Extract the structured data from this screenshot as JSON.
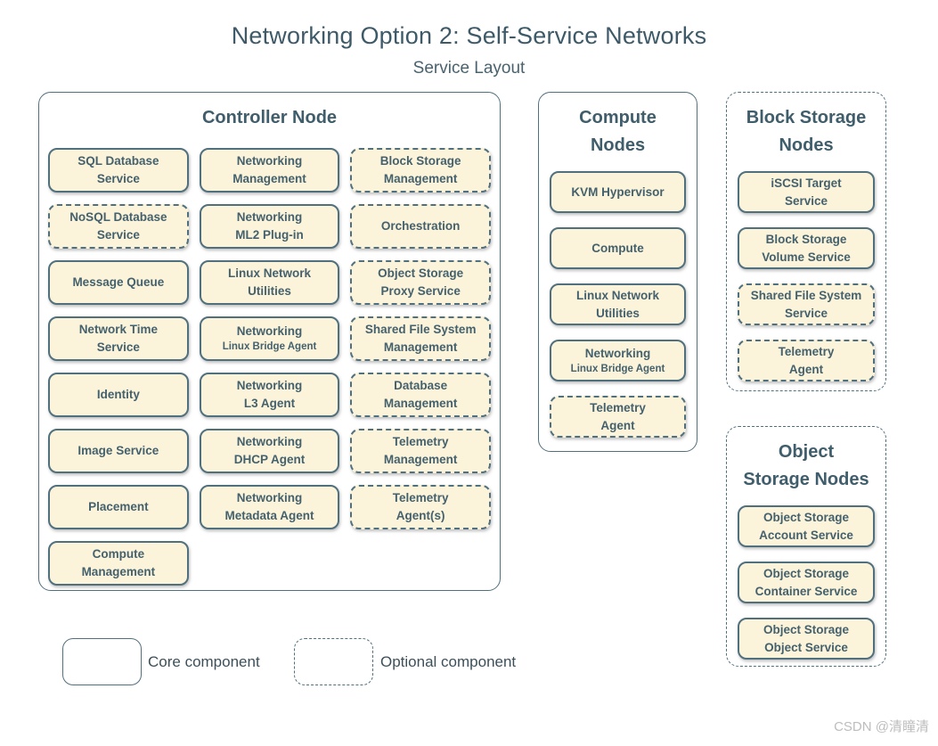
{
  "title": "Networking Option 2: Self-Service Networks",
  "subtitle": "Service Layout",
  "colors": {
    "border_slate": "#51707e",
    "service_fill": "#fbf4da",
    "text_slate": "#45616d",
    "title_color": "#3e5a68",
    "watermark_gray": "#bdbdbd"
  },
  "controller": {
    "title": "Controller Node",
    "col1": [
      {
        "label": "SQL Database\nService",
        "optional": false
      },
      {
        "label": "NoSQL Database\nService",
        "optional": true
      },
      {
        "label": "Message Queue",
        "optional": false
      },
      {
        "label": "Network Time\nService",
        "optional": false
      },
      {
        "label": "Identity",
        "optional": false
      },
      {
        "label": "Image Service",
        "optional": false
      },
      {
        "label": "Placement",
        "optional": false
      },
      {
        "label": "Compute\nManagement",
        "optional": false
      }
    ],
    "col2": [
      {
        "label": "Networking\nManagement",
        "optional": false
      },
      {
        "label": "Networking\nML2 Plug-in",
        "optional": false
      },
      {
        "label": "Linux Network\nUtilities",
        "optional": false
      },
      {
        "label": "Networking",
        "sublabel": "Linux Bridge Agent",
        "optional": false
      },
      {
        "label": "Networking\nL3 Agent",
        "optional": false
      },
      {
        "label": "Networking\nDHCP Agent",
        "optional": false
      },
      {
        "label": "Networking\nMetadata Agent",
        "optional": false
      }
    ],
    "col3": [
      {
        "label": "Block Storage\nManagement",
        "optional": true
      },
      {
        "label": "Orchestration",
        "optional": true
      },
      {
        "label": "Object Storage\nProxy Service",
        "optional": true
      },
      {
        "label": "Shared File System\nManagement",
        "optional": true
      },
      {
        "label": "Database\nManagement",
        "optional": true
      },
      {
        "label": "Telemetry\nManagement",
        "optional": true
      },
      {
        "label": "Telemetry\nAgent(s)",
        "optional": true
      }
    ]
  },
  "compute": {
    "title": "Compute\nNodes",
    "optional": false,
    "items": [
      {
        "label": "KVM Hypervisor",
        "optional": false
      },
      {
        "label": "Compute",
        "optional": false
      },
      {
        "label": "Linux Network\nUtilities",
        "optional": false
      },
      {
        "label": "Networking",
        "sublabel": "Linux Bridge Agent",
        "optional": false
      },
      {
        "label": "Telemetry\nAgent",
        "optional": true
      }
    ]
  },
  "block_storage": {
    "title": "Block Storage\nNodes",
    "optional": true,
    "items": [
      {
        "label": "iSCSI Target\nService",
        "optional": false
      },
      {
        "label": "Block Storage\nVolume Service",
        "optional": false
      },
      {
        "label": "Shared File System\nService",
        "optional": true
      },
      {
        "label": "Telemetry\nAgent",
        "optional": true
      }
    ]
  },
  "object_storage": {
    "title": "Object\nStorage Nodes",
    "optional": true,
    "items": [
      {
        "label": "Object Storage\nAccount Service",
        "optional": false
      },
      {
        "label": "Object Storage\nContainer Service",
        "optional": false
      },
      {
        "label": "Object Storage\nObject Service",
        "optional": false
      }
    ]
  },
  "legend": {
    "core_label": "Core component",
    "optional_label": "Optional component"
  },
  "watermark": "CSDN @清瞳清"
}
